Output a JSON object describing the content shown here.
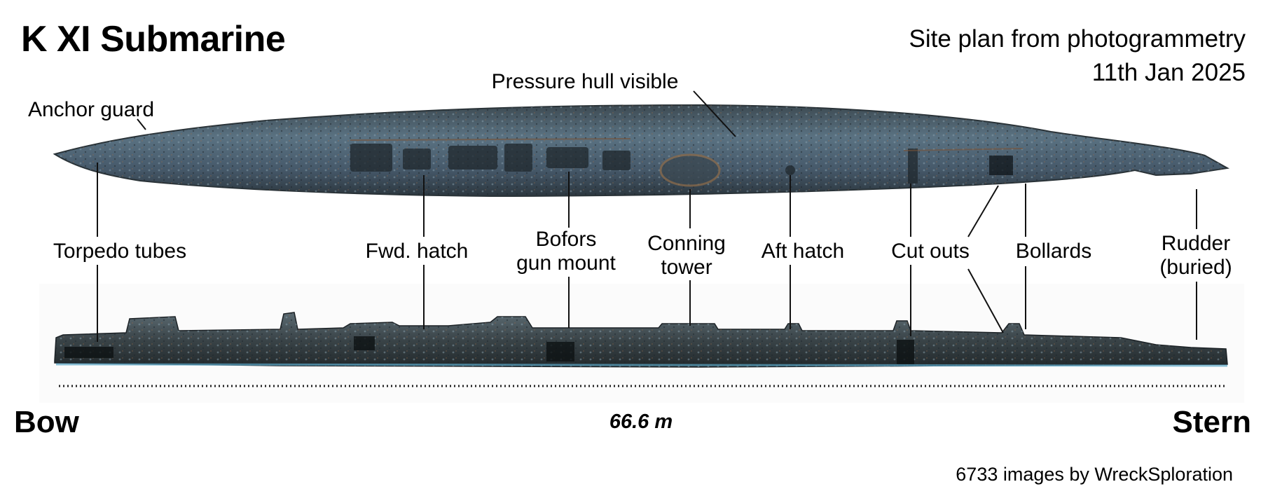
{
  "header": {
    "title": "K XI Submarine",
    "subtitle_line1": "Site plan from photogrammetry",
    "subtitle_line2": "11th Jan 2025"
  },
  "views": {
    "top_view": "plan view of hull from above",
    "side_view": "profile view of hull from side"
  },
  "annotations": {
    "anchor_guard": "Anchor guard",
    "pressure_hull": "Pressure hull visible",
    "torpedo_tubes": "Torpedo tubes",
    "fwd_hatch": "Fwd. hatch",
    "bofors_line1": "Bofors",
    "bofors_line2": "gun mount",
    "conning_line1": "Conning",
    "conning_line2": "tower",
    "aft_hatch": "Aft hatch",
    "cut_outs": "Cut outs",
    "bollards": "Bollards",
    "rudder_line1": "Rudder",
    "rudder_line2": "(buried)"
  },
  "scale": {
    "bow_label": "Bow",
    "stern_label": "Stern",
    "length": "66.6 m"
  },
  "footer": {
    "credit": "6733 images by WreckSploration"
  },
  "colors": {
    "hull_dark": "#2f3a42",
    "hull_mid": "#4f6472",
    "hull_light": "#7d98a8",
    "rust": "#8a5a3a",
    "line": "#111111"
  }
}
